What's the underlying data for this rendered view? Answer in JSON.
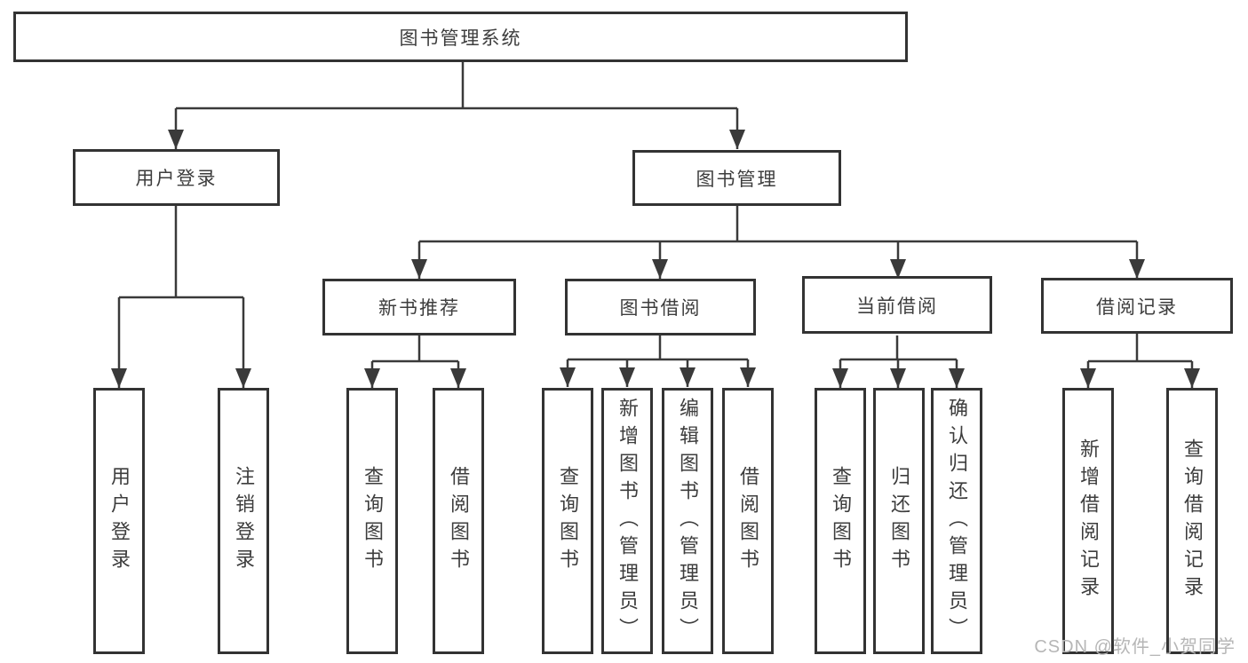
{
  "diagram": {
    "title": "图书管理系统",
    "user_login_branch": {
      "label": "用户登录",
      "leaves": [
        "用户登录",
        "注销登录"
      ]
    },
    "book_mgmt_branch": {
      "label": "图书管理",
      "sections": [
        {
          "label": "新书推荐",
          "leaves": [
            "查询图书",
            "借阅图书"
          ]
        },
        {
          "label": "图书借阅",
          "leaves": [
            "查询图书",
            "新增图书（管理员）",
            "编辑图书（管理员）",
            "借阅图书"
          ]
        },
        {
          "label": "当前借阅",
          "leaves": [
            "查询图书",
            "归还图书",
            "确认归还（管理员）"
          ]
        },
        {
          "label": "借阅记录",
          "leaves": [
            "新增借阅记录",
            "查询借阅记录"
          ]
        }
      ]
    },
    "colors": {
      "line": "#3a3a3a",
      "border": "#333333",
      "text": "#3d3d3d",
      "watermark": "#b6b6b6",
      "background": "#ffffff"
    },
    "watermark": "CSDN @软件_小贺同学"
  }
}
